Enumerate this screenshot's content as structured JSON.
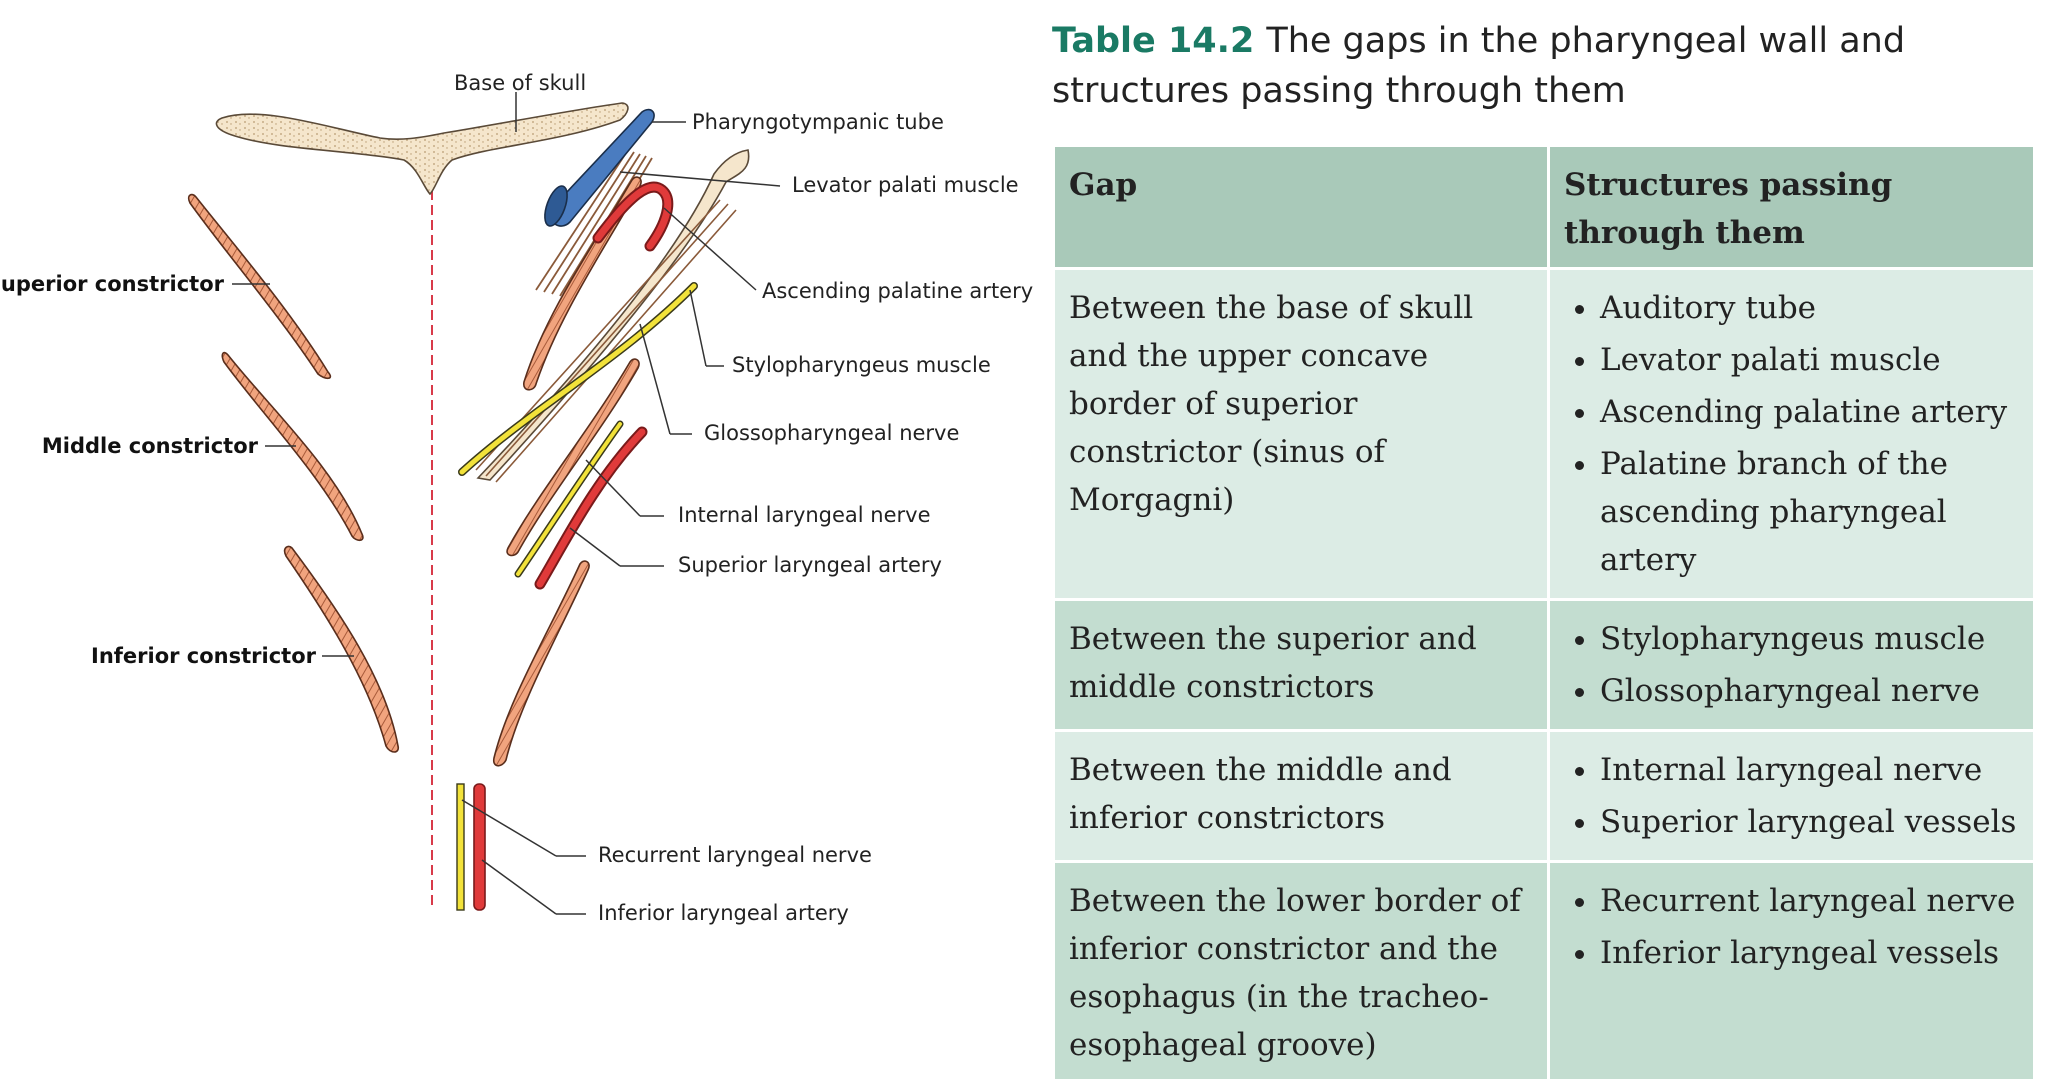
{
  "figure": {
    "labels": {
      "base_of_skull": "Base of skull",
      "pharyngotympanic_tube": "Pharyngotympanic tube",
      "levator_palati_muscle": "Levator palati muscle",
      "ascending_palatine_artery": "Ascending palatine artery",
      "stylopharyngeus_muscle": "Stylopharyngeus muscle",
      "glossopharyngeal_nerve": "Glossopharyngeal nerve",
      "internal_laryngeal_nerve": "Internal laryngeal nerve",
      "superior_laryngeal_artery": "Superior laryngeal artery",
      "recurrent_laryngeal_nerve": "Recurrent laryngeal nerve",
      "inferior_laryngeal_artery": "Inferior laryngeal artery",
      "superior_constrictor": "Superior constrictor",
      "middle_constrictor": "Middle constrictor",
      "inferior_constrictor": "Inferior constrictor"
    },
    "colors": {
      "muscle": "#f1a47e",
      "muscle_stroke": "#5a2e1c",
      "bone": "#f5e6cc",
      "tube": "#4a7cc0",
      "artery": "#e03a3a",
      "nerve": "#f2e23a",
      "midline": "#d83a4a"
    }
  },
  "table": {
    "number": "Table 14.2",
    "title": "The gaps in the pharyngeal wall and structures passing through them",
    "headers": [
      "Gap",
      "Structures passing through them"
    ],
    "rows": [
      {
        "gap": "Between the base of skull and the upper concave border of superior constrictor (sinus of Morgagni)",
        "structures": [
          "Auditory tube",
          "Levator palati muscle",
          "Ascending palatine artery",
          "Palatine branch of the ascending pharyngeal artery"
        ]
      },
      {
        "gap": "Between the superior and middle constrictors",
        "structures": [
          "Stylopharyngeus muscle",
          "Glossopharyngeal nerve"
        ]
      },
      {
        "gap": "Between the middle and inferior constrictors",
        "structures": [
          "Internal laryngeal nerve",
          "Superior laryngeal vessels"
        ]
      },
      {
        "gap": "Between the lower border of inferior constrictor and the esophagus (in the tracheo-esophageal groove)",
        "structures": [
          "Recurrent laryngeal nerve",
          "Inferior laryngeal vessels"
        ]
      }
    ],
    "colors": {
      "header": "#a9c9b9",
      "row_light": "#dcece5",
      "row_mid": "#c3ddd0",
      "title_number": "#1a7a64"
    }
  }
}
